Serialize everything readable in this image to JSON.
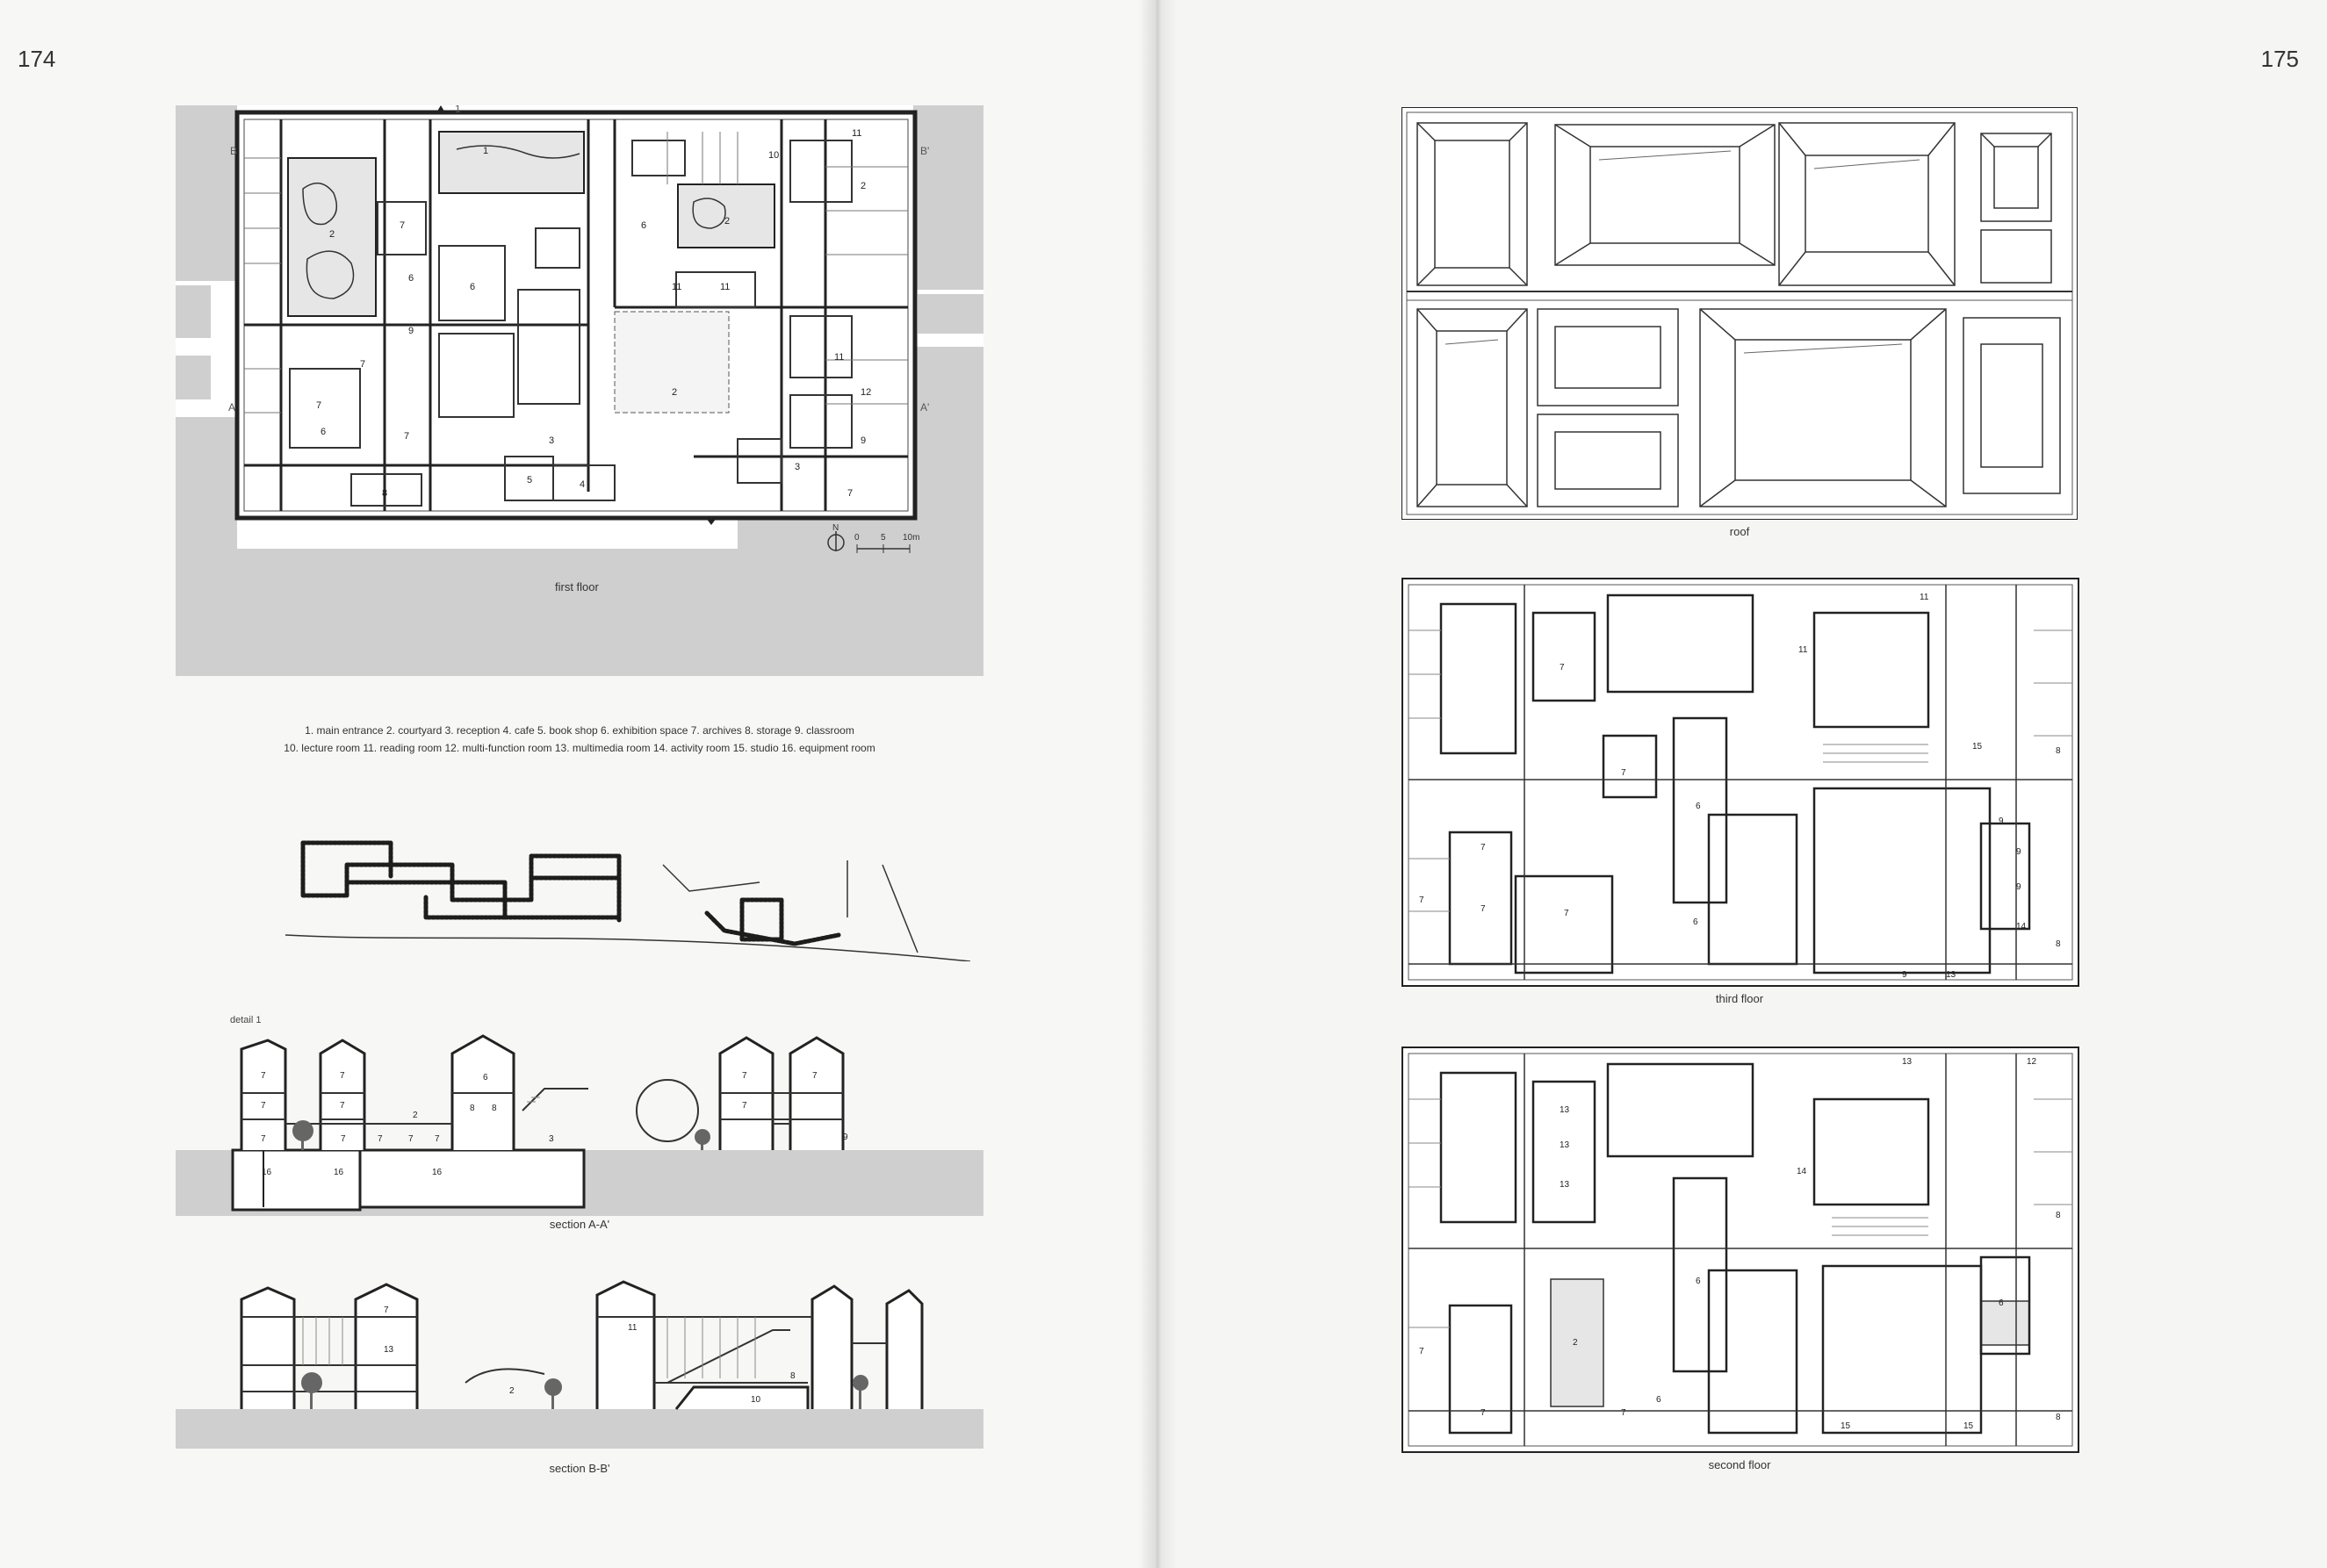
{
  "pages": {
    "left_number": "174",
    "right_number": "175"
  },
  "drawings": {
    "first_floor": {
      "label": "first floor",
      "marks": {
        "b": "B",
        "b_prime": "B'",
        "a": "A",
        "a_prime": "A'",
        "north": "N",
        "entrance": "1"
      },
      "scale": {
        "s0": "0",
        "s5": "5",
        "s10": "10m"
      },
      "rooms": [
        "1",
        "2",
        "7",
        "6",
        "9",
        "7",
        "6",
        "7",
        "8",
        "6",
        "3",
        "5",
        "4",
        "2",
        "10",
        "6",
        "2",
        "11",
        "11",
        "11",
        "2",
        "11",
        "12",
        "9",
        "7",
        "3",
        "7"
      ]
    },
    "legend": {
      "line1": "1. main entrance  2. courtyard  3. reception  4. cafe  5. book shop  6. exhibition space  7. archives  8. storage  9. classroom",
      "line2": "10. lecture room  11. reading room  12. multi-function room  13. multimedia room  14. activity room  15. studio  16. equipment room"
    },
    "section_aa": {
      "label": "section A-A'",
      "detail": "detail 1",
      "rooms": [
        "7",
        "7",
        "7",
        "7",
        "7",
        "2",
        "7",
        "7",
        "7",
        "7",
        "8",
        "6",
        "8",
        "3",
        "7",
        "7",
        "7",
        "9",
        "16",
        "16",
        "16"
      ]
    },
    "section_bb": {
      "label": "section B-B'",
      "rooms": [
        "7",
        "13",
        "2",
        "11",
        "8",
        "10"
      ]
    },
    "roof": {
      "label": "roof"
    },
    "third_floor": {
      "label": "third floor",
      "rooms": [
        "11",
        "11",
        "7",
        "6",
        "7",
        "7",
        "7",
        "6",
        "7",
        "9",
        "9",
        "9",
        "9",
        "14",
        "15",
        "13",
        "8",
        "8",
        "7"
      ]
    },
    "second_floor": {
      "label": "second floor",
      "rooms": [
        "13",
        "12",
        "13",
        "13",
        "13",
        "14",
        "6",
        "6",
        "2",
        "7",
        "7",
        "6",
        "15",
        "15",
        "8",
        "8",
        "7"
      ]
    }
  }
}
